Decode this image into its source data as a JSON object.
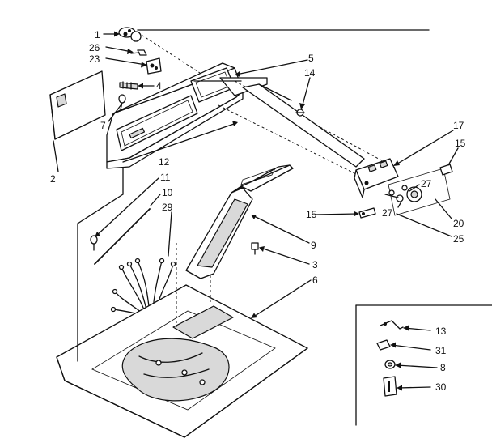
{
  "callouts": {
    "c1": "1",
    "c26": "26",
    "c23": "23",
    "c4": "4",
    "c5": "5",
    "c14": "14",
    "c7": "7",
    "c2": "2",
    "c12": "12",
    "c11": "11",
    "c10": "10",
    "c29": "29",
    "c17": "17",
    "c15a": "15",
    "c27a": "27",
    "c27b": "27",
    "c15b": "15",
    "c20": "20",
    "c25": "25",
    "c9": "9",
    "c3": "3",
    "c6": "6",
    "c13": "13",
    "c31": "31",
    "c8": "8",
    "c30": "30"
  }
}
